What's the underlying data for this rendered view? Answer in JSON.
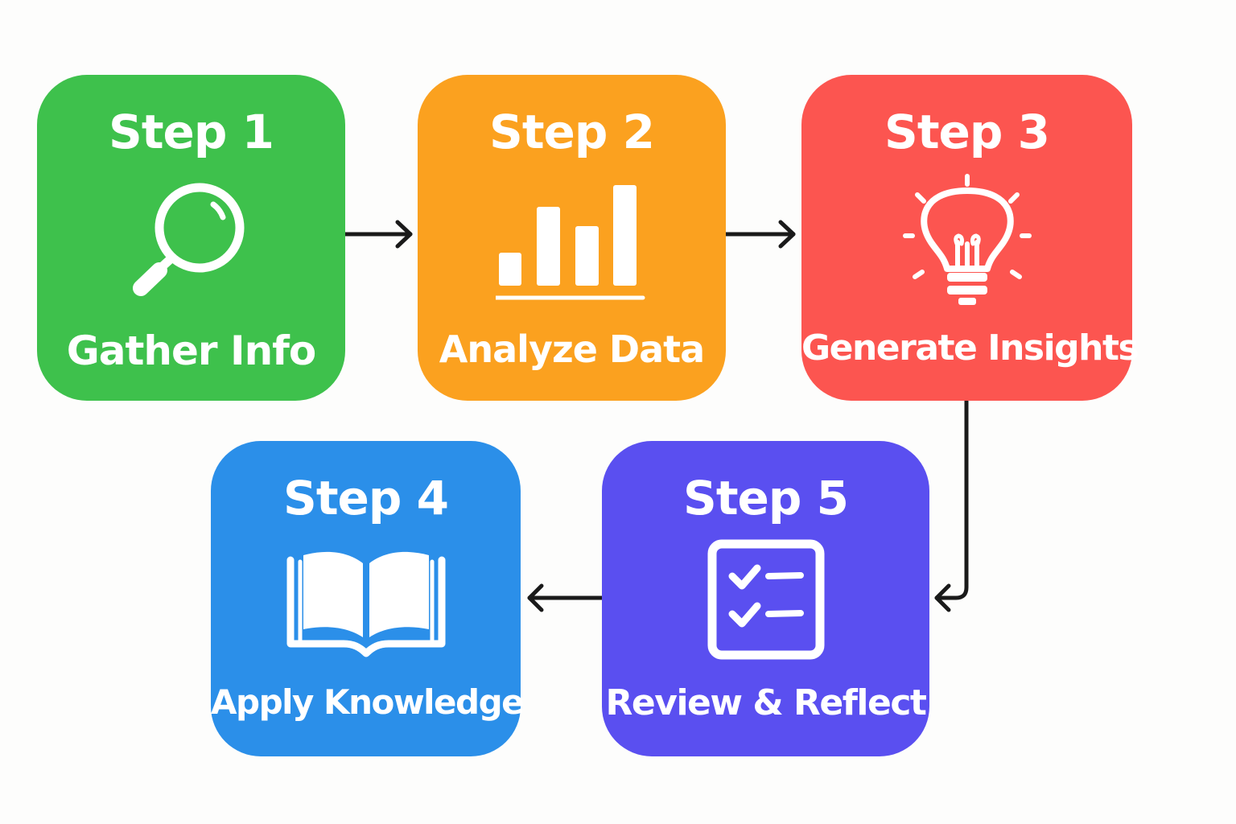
{
  "colors": {
    "step1": "#3ec14c",
    "step2": "#fba11f",
    "step3": "#fc5550",
    "step4": "#2b8fe9",
    "step5": "#5a4ff0",
    "connector": "#1a1a1a",
    "icon": "#ffffff"
  },
  "steps": [
    {
      "title": "Step 1",
      "label": "Gather Info",
      "icon": "magnifying-glass-icon"
    },
    {
      "title": "Step 2",
      "label": "Analyze Data",
      "icon": "bar-chart-icon"
    },
    {
      "title": "Step 3",
      "label": "Generate Insights",
      "icon": "lightbulb-icon"
    },
    {
      "title": "Step 4",
      "label": "Apply Knowledge",
      "icon": "open-book-icon"
    },
    {
      "title": "Step 5",
      "label": "Review & Reflect",
      "icon": "checklist-icon"
    }
  ]
}
